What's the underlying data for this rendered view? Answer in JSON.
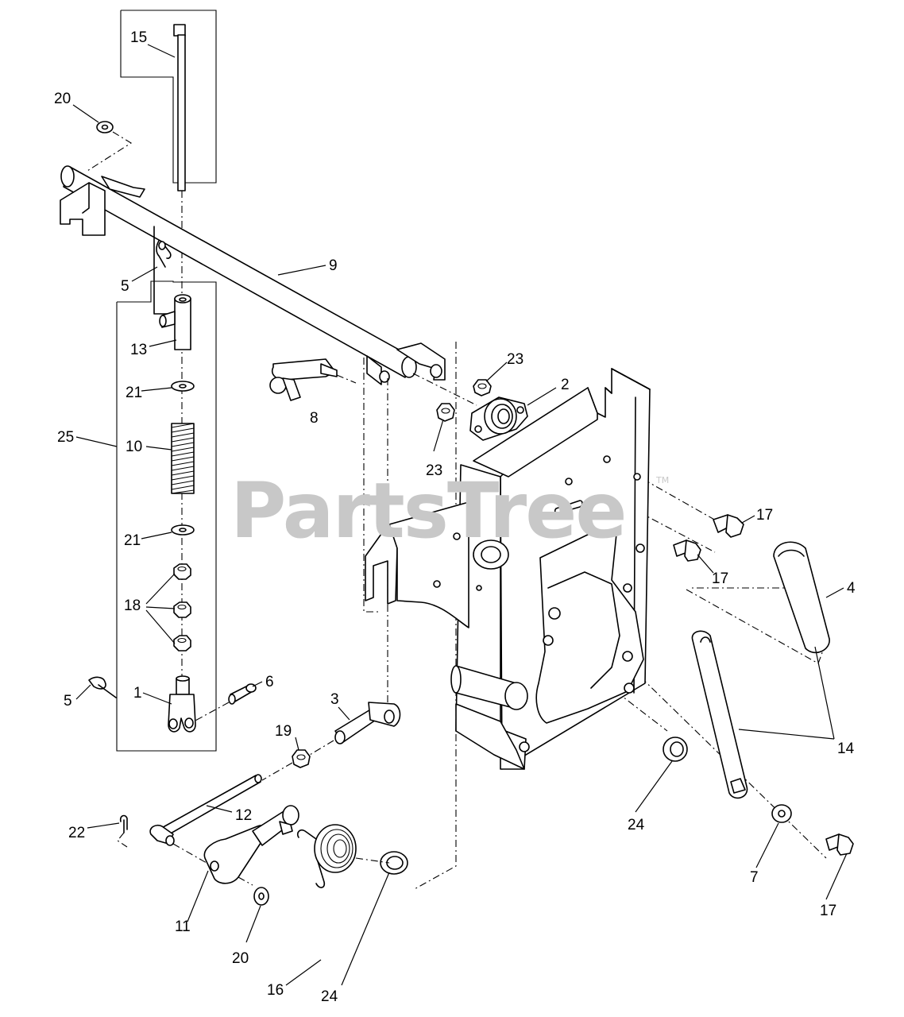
{
  "watermark": {
    "text": "PartsTree",
    "trademark": "TM"
  },
  "callouts": [
    {
      "id": "c15",
      "label": "15"
    },
    {
      "id": "c20a",
      "label": "20"
    },
    {
      "id": "c9",
      "label": "9"
    },
    {
      "id": "c5a",
      "label": "5"
    },
    {
      "id": "c13",
      "label": "13"
    },
    {
      "id": "c21a",
      "label": "21"
    },
    {
      "id": "c25",
      "label": "25"
    },
    {
      "id": "c10",
      "label": "10"
    },
    {
      "id": "c21b",
      "label": "21"
    },
    {
      "id": "c18",
      "label": "18"
    },
    {
      "id": "c5b",
      "label": "5"
    },
    {
      "id": "c1",
      "label": "1"
    },
    {
      "id": "c6",
      "label": "6"
    },
    {
      "id": "c8",
      "label": "8"
    },
    {
      "id": "c23a",
      "label": "23"
    },
    {
      "id": "c2",
      "label": "2"
    },
    {
      "id": "c23b",
      "label": "23"
    },
    {
      "id": "c17a",
      "label": "17"
    },
    {
      "id": "c17b",
      "label": "17"
    },
    {
      "id": "c4",
      "label": "4"
    },
    {
      "id": "c14",
      "label": "14"
    },
    {
      "id": "c3",
      "label": "3"
    },
    {
      "id": "c19",
      "label": "19"
    },
    {
      "id": "c12",
      "label": "12"
    },
    {
      "id": "c22",
      "label": "22"
    },
    {
      "id": "c24a",
      "label": "24"
    },
    {
      "id": "c7",
      "label": "7"
    },
    {
      "id": "c17c",
      "label": "17"
    },
    {
      "id": "c11",
      "label": "11"
    },
    {
      "id": "c20b",
      "label": "20"
    },
    {
      "id": "c16",
      "label": "16"
    },
    {
      "id": "c24b",
      "label": "24"
    }
  ]
}
